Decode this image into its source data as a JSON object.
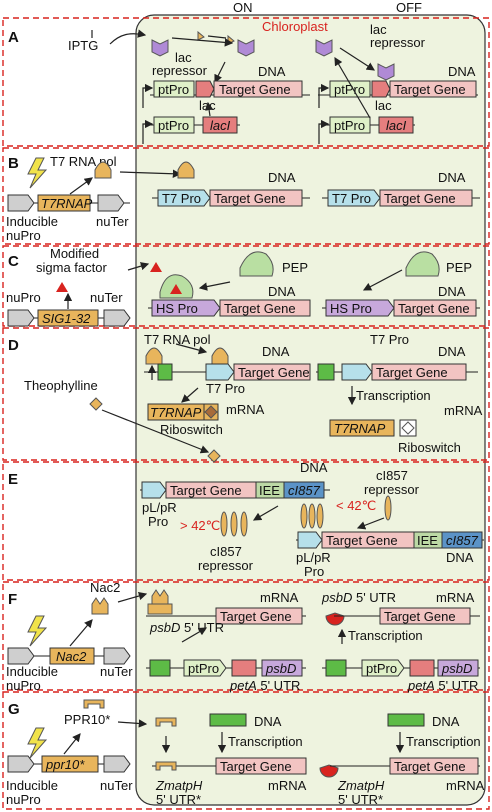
{
  "headers": {
    "on": "ON",
    "off": "OFF",
    "chloroplast": "Chloroplast"
  },
  "panels": {
    "A": {
      "letter": "A",
      "iptg": "IPTG",
      "lac_repressor": "lac\nrepressor",
      "dna": "DNA",
      "ptpro": "ptPro",
      "target": "Target Gene",
      "lac": "lac",
      "lacI": "lacI"
    },
    "B": {
      "letter": "B",
      "t7rnapol": "T7 RNA pol",
      "t7rnap": "T7RNAP",
      "inducible": "Inducible",
      "nupro": "nuPro",
      "nuter": "nuTer",
      "dna": "DNA",
      "t7pro": "T7 Pro",
      "target": "Target Gene"
    },
    "C": {
      "letter": "C",
      "modified": "Modified",
      "sigma": "sigma factor",
      "sig": "SIG1-32",
      "nupro": "nuPro",
      "nuter": "nuTer",
      "pep": "PEP",
      "dna": "DNA",
      "hspro": "HS Pro",
      "target": "Target Gene"
    },
    "D": {
      "letter": "D",
      "t7rnapol": "T7 RNA pol",
      "theophylline": "Theophylline",
      "dna": "DNA",
      "t7pro": "T7 Pro",
      "target": "Target Gene",
      "t7rnap": "T7RNAP",
      "mrna": "mRNA",
      "riboswitch": "Riboswitch",
      "transcription": "Transcription"
    },
    "E": {
      "letter": "E",
      "target": "Target Gene",
      "iee": "IEE",
      "ci857": "cI857",
      "dna": "DNA",
      "plpr": "pL/pR",
      "pro": "Pro",
      "gt42": "> 42℃",
      "lt42": "< 42℃",
      "repressor": "cI857\nrepressor"
    },
    "F": {
      "letter": "F",
      "nac2": "Nac2",
      "inducible": "Inducible",
      "nupro": "nuPro",
      "nuter": "nuTer",
      "mrna": "mRNA",
      "target": "Target Gene",
      "psbd_utr": "psbD 5' UTR",
      "ptpro": "ptPro",
      "psbd": "psbD",
      "peta_utr": "petA 5' UTR",
      "transcription": "Transcription"
    },
    "G": {
      "letter": "G",
      "ppr10": "PPR10*",
      "ppr10gene": "ppr10*",
      "inducible": "Inducible",
      "nupro": "nuPro",
      "nuter": "nuTer",
      "dna": "DNA",
      "transcription": "Transcription",
      "target": "Target Gene",
      "zmatph": "ZmatpH",
      "utr": "5' UTR*",
      "mrna": "mRNA"
    }
  },
  "colors": {
    "panel_dash": "#d8231f",
    "chloroplast_bg": "#eef3df",
    "target": "#f2c4c2",
    "ptpro": "#dff0c8",
    "t7pro": "#b6e0ea",
    "hspro": "#c7a8db",
    "protein": "#e8b55c",
    "repressor": "#b08ad6",
    "pep": "#b9dfa2",
    "lacI": "#e57e7e",
    "green": "#5dbb46",
    "cI857": "#5b93c7",
    "iee": "#bcd9a5"
  }
}
